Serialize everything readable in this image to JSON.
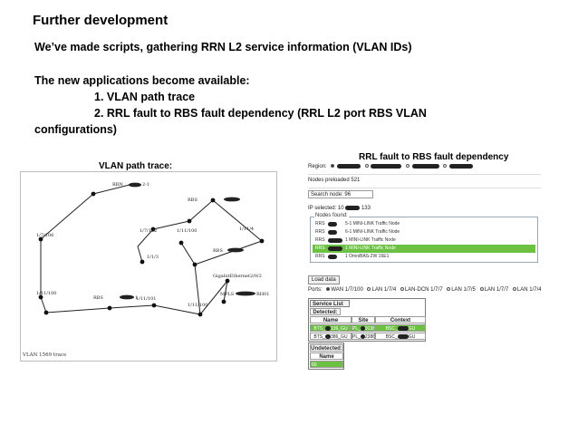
{
  "slide": {
    "title": "Further development",
    "line1": "We’ve made scripts, gathering RRN L2 service information (VLAN IDs)",
    "line2": "The new applications become available:",
    "item1": "1. VLAN path trace",
    "item2a": "2. RRL fault to RBS fault dependency (RRL L2 port RBS   VLAN",
    "item2b": "configurations)"
  },
  "captions": {
    "vlan": "VLAN path trace:",
    "rrl": "RRL fault to RBS fault dependency"
  },
  "diagram": {
    "caption": "VLAN 1569 trace",
    "nodes": [
      {
        "label": "RRN",
        "suffix": "2-1"
      },
      {
        "label": "RBS"
      },
      {
        "label": "1/7/106"
      },
      {
        "label": "1/11/4"
      },
      {
        "label": "1/7/102"
      },
      {
        "label": "1/11/100"
      },
      {
        "label": "1/1/3"
      },
      {
        "label": "RBS"
      },
      {
        "label": "GigabitEthernet2/0/2"
      },
      {
        "label": "1/11/100"
      },
      {
        "label": "RBS",
        "suffix": "1"
      },
      {
        "label": "1/11/101"
      },
      {
        "label": "MPLS",
        "suffix": "RH01"
      },
      {
        "label": "1/11/100"
      }
    ]
  },
  "app": {
    "region_label": "Region:",
    "nodes_preloaded": "Nodes preloaded 521",
    "search_label": "Search node: 96",
    "ip_selected_prefix": "IP selected: 10",
    "ip_selected_suffix": "133",
    "nodes_found_legend": "Nodes found:",
    "nodes": [
      {
        "prefix": "RRS",
        "text": "5-1 MINI-LINK Traffic Node"
      },
      {
        "prefix": "RRS",
        "text": "6-1 MINI-LINK Traffic Node"
      },
      {
        "prefix": "RRS",
        "text": "1 MINI-LINK Traffic Node"
      },
      {
        "prefix": "RRS",
        "text": "1 MINI-LINK Traffic Node"
      },
      {
        "prefix": "RRS",
        "text": "1 OmniBAS-2W 16E1"
      }
    ],
    "load_button": "Load data",
    "ports_label": "Ports:",
    "ports": [
      "WAN 1/7/100",
      "LAN 1/7/4",
      "LAN-DCN 1/7/7",
      "LAN 1/7/5",
      "LAN 1/7/7",
      "LAN 1/7/4"
    ],
    "service_list": {
      "header": "Service List",
      "detected_label": "Detected:",
      "columns": [
        "Name",
        "Site",
        "Context"
      ],
      "rows": [
        [
          "BTS_",
          "PL_",
          "BSC_"
        ],
        [
          "BTS_",
          "PL_",
          "BSC_"
        ]
      ],
      "row_suffixes": [
        [
          "136_GU",
          "9138",
          "GU"
        ],
        [
          "386_GU",
          "2386",
          "GU"
        ]
      ],
      "undetected_label": "Undetected:",
      "undetected_column": "Name",
      "undetected_value": "60"
    }
  },
  "colors": {
    "highlight": "#6dc142",
    "redaction": "#222222"
  }
}
